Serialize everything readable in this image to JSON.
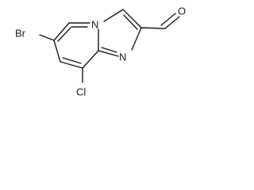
{
  "structure": {
    "atoms": {
      "br": "Br",
      "n_bridge": "N",
      "n_imidazole": "N",
      "o": "O",
      "cl": "Cl"
    },
    "colors": {
      "ink": "#1a1a1a",
      "background": "#ffffff"
    }
  }
}
